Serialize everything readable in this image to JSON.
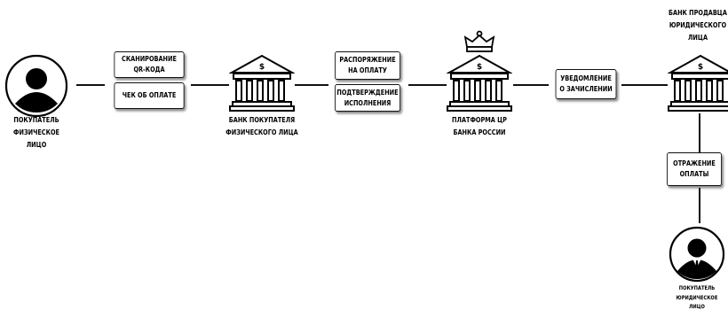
{
  "nodes": {
    "buyer_person": {
      "label": "ПОКУПАТЕЛЬ\nФИЗИЧЕСКОЕ ЛИЦО"
    },
    "buyer_bank": {
      "label": "БАНК ПОКУПАТЕЛЯ\nФИЗИЧЕСКОГО ЛИЦА"
    },
    "platform": {
      "label": "ПЛАТФОРМА ЦР\nБАНКА РОССИИ"
    },
    "seller_bank": {
      "label": "БАНК ПРОДАВЦА\nЮРИДИЧЕСКОГО\nЛИЦА"
    },
    "legal_buyer": {
      "label": "ПОКУПАТЕЛЬ\nЮРИДИЧЕСКОЕ\nЛИЦО"
    }
  },
  "messages": {
    "scan_qr": "СКАНИРОВАНИЕ QR-КОДА",
    "receipt": "ЧЕК ОБ ОПЛАТЕ",
    "payment_order": "РАСПОРЯЖЕНИЕ НА ОПЛАТУ",
    "confirm_execution": "ПОДТВЕРЖДЕНИЕ ИСПОЛНЕНИЯ",
    "credit_notice": "УВЕДОМЛЕНИЕ О ЗАЧИСЛЕНИИ",
    "payment_reflection": "ОТРАЖЕНИЕ ОПЛАТЫ"
  },
  "symbols": {
    "currency": "$"
  }
}
